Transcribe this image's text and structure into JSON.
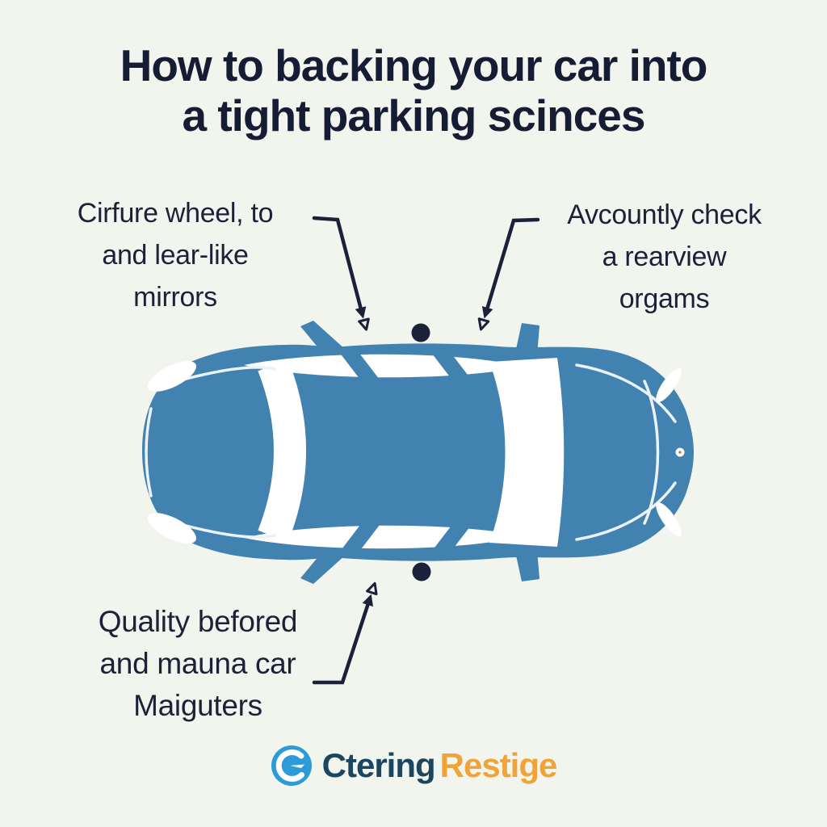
{
  "title": {
    "line1": "How to backing your car into",
    "line2": "a tight parking scinces"
  },
  "callouts": {
    "left": {
      "line1": "Cirfure wheel, to",
      "line2": "and lear-like",
      "line3": "mirrors"
    },
    "right": {
      "line1": "Avcountly check",
      "line2": "a rearview",
      "line3": "orgams"
    },
    "bottom": {
      "line1": "Quality befored",
      "line2": "and mauna car",
      "line3": "Maiguters"
    }
  },
  "logo": {
    "icon": "circle-g-icon",
    "text_primary": "Ctering",
    "text_secondary": "Restige"
  },
  "illustration": {
    "subject": "car-top-view"
  },
  "colors": {
    "background": "#F2F4EE",
    "title_text": "#161C33",
    "label_text": "#1B2238",
    "arrow": "#1A2138",
    "car_body": "#4282B1",
    "car_details": "#FFFFFF",
    "logo_icon_circle": "#2D9BD8",
    "logo_text_primary": "#1C4560",
    "logo_text_secondary": "#F0A438"
  }
}
